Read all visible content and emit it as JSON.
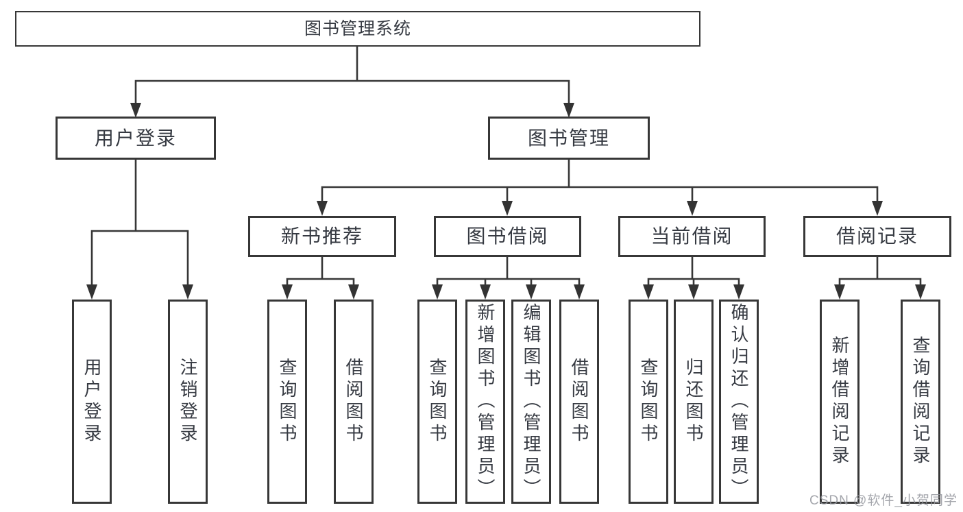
{
  "tree": {
    "root": {
      "label": "图书管理系统"
    },
    "branches": [
      {
        "label": "用户登录",
        "children": [
          {
            "label": "用户登录"
          },
          {
            "label": "注销登录"
          }
        ]
      },
      {
        "label": "图书管理",
        "children": [
          {
            "label": "新书推荐",
            "children": [
              {
                "label": "查询图书"
              },
              {
                "label": "借阅图书"
              }
            ]
          },
          {
            "label": "图书借阅",
            "children": [
              {
                "label": "查询图书"
              },
              {
                "label": "新增图书（管理员）"
              },
              {
                "label": "编辑图书（管理员）"
              },
              {
                "label": "借阅图书"
              }
            ]
          },
          {
            "label": "当前借阅",
            "children": [
              {
                "label": "查询图书"
              },
              {
                "label": "归还图书"
              },
              {
                "label": "确认归还（管理员）"
              }
            ]
          },
          {
            "label": "借阅记录",
            "children": [
              {
                "label": "新增借阅记录"
              },
              {
                "label": "查询借阅记录"
              }
            ]
          }
        ]
      }
    ]
  },
  "watermark": "CSDN @软件_小贺同学",
  "colors": {
    "line": "#373737",
    "text": "#363a42",
    "watermark": "#94979e"
  }
}
